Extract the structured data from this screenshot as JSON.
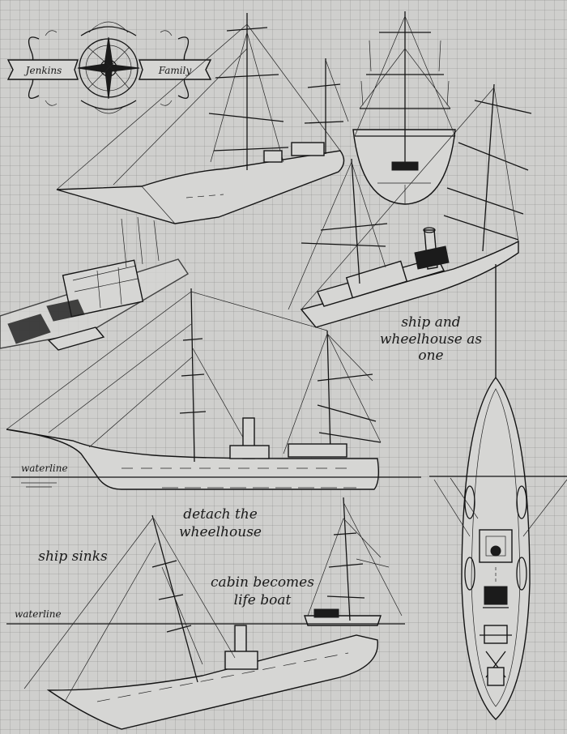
{
  "emblem": {
    "left_banner": "Jenkins",
    "right_banner": "Family"
  },
  "annotations": {
    "ship_and_wheelhouse": [
      "ship and",
      "wheelhouse as",
      "one"
    ],
    "waterline_top": "waterline",
    "detach": [
      "detach the",
      "wheelhouse"
    ],
    "ship_sinks": "ship sinks",
    "cabin_lifeboat": [
      "cabin becomes",
      "life boat"
    ],
    "waterline_bottom": "waterline"
  },
  "colors": {
    "paper": "#cfcfcd",
    "grid": "#8a8a8a",
    "ink": "#141414"
  }
}
